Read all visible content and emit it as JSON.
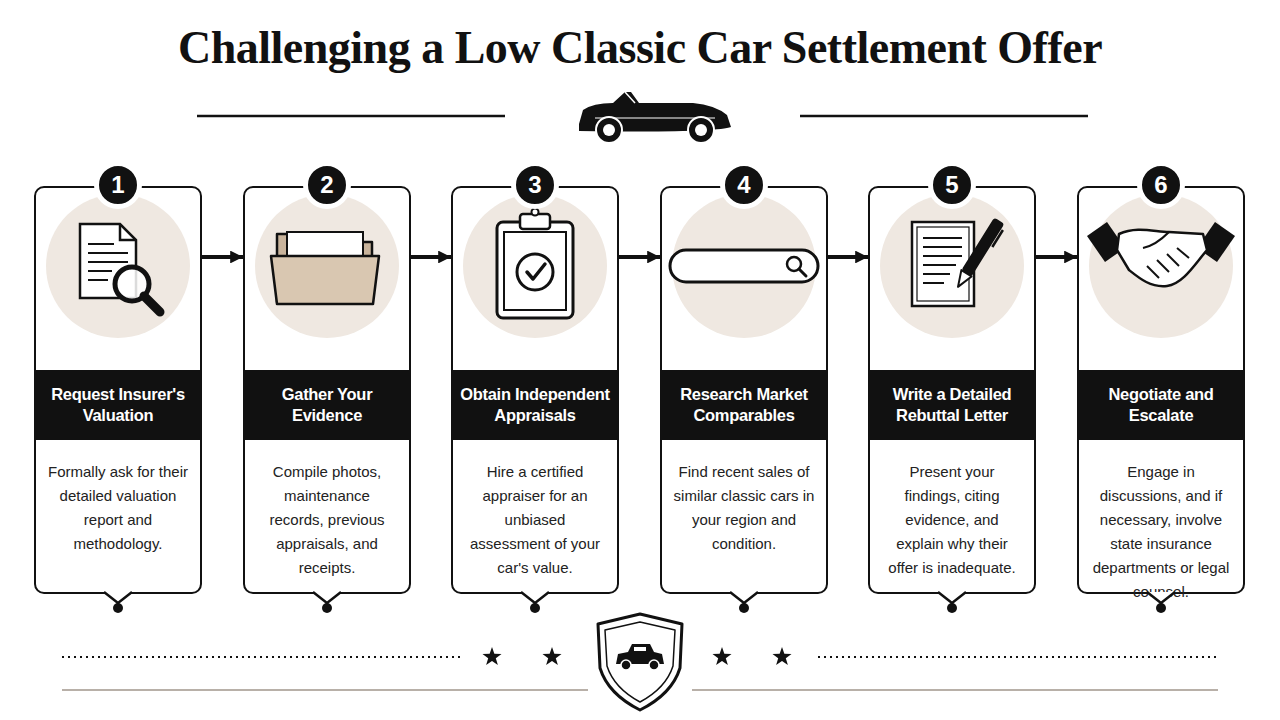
{
  "diagram": {
    "title": "Challenging a Low Classic Car Settlement Offer",
    "nodes": [
      {
        "text": [
          "1",
          "Request Insurer's Valuation",
          "Formally ask for their detailed valuation report and methodology."
        ]
      },
      {
        "text": [
          "2",
          "Gather Your Evidence",
          "Compile photos, maintenance records, previous appraisals, and receipts."
        ]
      },
      {
        "text": [
          "3",
          "Obtain Independent Appraisals",
          "Hire a certified appraiser for an unbiased assessment of your car's value."
        ]
      },
      {
        "text": [
          "4",
          "Research Market Comparables",
          "Find recent sales of similar classic cars in your region and condition."
        ]
      },
      {
        "text": [
          "5",
          "Write a Detailed Rebuttal Letter",
          "Present your findings, citing evidence, and explain why their offer is inadequate."
        ]
      },
      {
        "text": [
          "6",
          "Negotiate and Escalate",
          "Engage in discussions, and if necessary, involve state insurance departments or legal counsel."
        ]
      }
    ],
    "edges": [
      {
        "from": 0,
        "to": 1,
        "arrow": "to"
      },
      {
        "from": 1,
        "to": 2,
        "arrow": "to"
      },
      {
        "from": 2,
        "to": 3,
        "arrow": "to"
      },
      {
        "from": 3,
        "to": 4,
        "arrow": "to"
      },
      {
        "from": 4,
        "to": 5,
        "arrow": "to"
      }
    ]
  }
}
